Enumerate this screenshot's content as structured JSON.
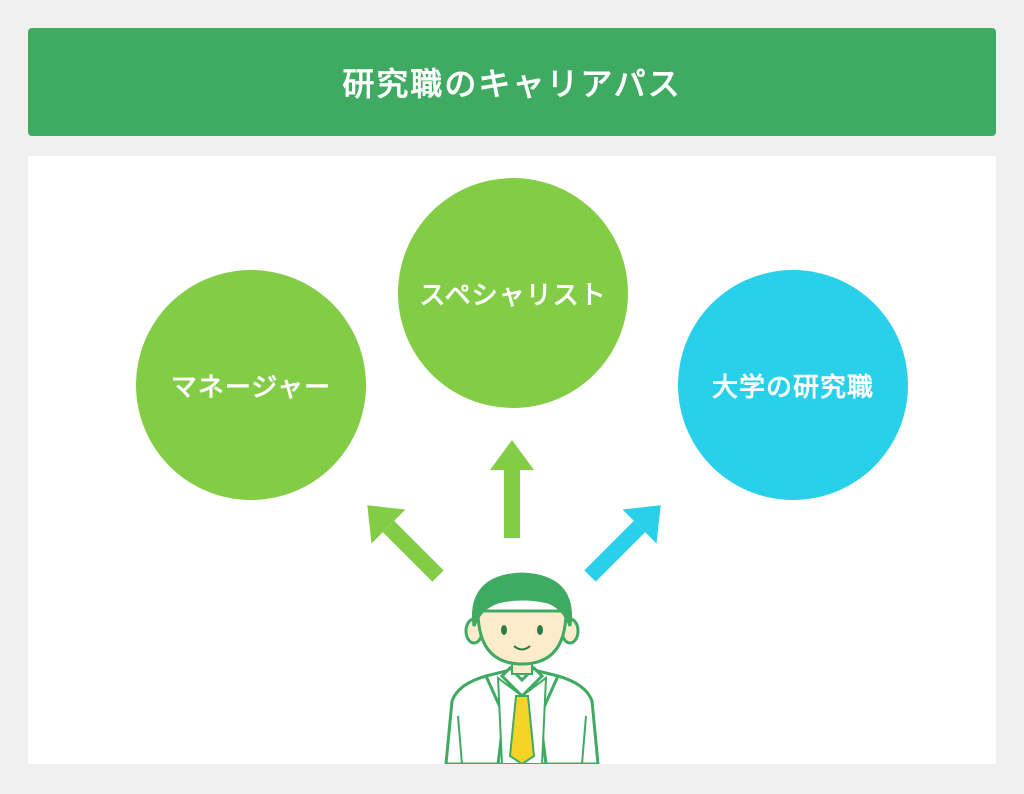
{
  "header": {
    "title": "研究職のキャリアパス"
  },
  "diagram": {
    "nodes": [
      {
        "id": "manager",
        "label": "マネージャー",
        "color": "#82cc46"
      },
      {
        "id": "specialist",
        "label": "スペシャリスト",
        "color": "#82cc46"
      },
      {
        "id": "university",
        "label": "大学の研究職",
        "color": "#28d0e9"
      }
    ],
    "edges": [
      {
        "from": "researcher",
        "to": "manager",
        "color": "#82cc46"
      },
      {
        "from": "researcher",
        "to": "specialist",
        "color": "#82cc46"
      },
      {
        "from": "researcher",
        "to": "university",
        "color": "#28d0e9"
      }
    ]
  },
  "colors": {
    "header_bg": "#3eaa62",
    "green": "#82cc46",
    "cyan": "#28d0e9",
    "hair": "#3eaa62",
    "skin": "#fdeccb",
    "tie": "#f5d327"
  }
}
